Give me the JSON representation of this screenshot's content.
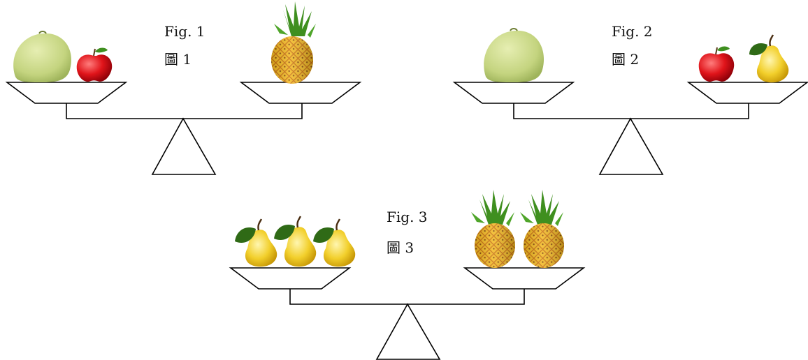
{
  "figures": [
    {
      "label_en": "Fig. 1",
      "label_zh": "圖 1",
      "left_pan": [
        "pomelo-icon",
        "apple-icon"
      ],
      "right_pan": [
        "pineapple-icon"
      ]
    },
    {
      "label_en": "Fig. 2",
      "label_zh": "圖 2",
      "left_pan": [
        "pomelo-icon"
      ],
      "right_pan": [
        "apple-icon",
        "pear-icon"
      ]
    },
    {
      "label_en": "Fig. 3",
      "label_zh": "圖 3",
      "left_pan": [
        "pear-icon",
        "pear-icon",
        "pear-icon"
      ],
      "right_pan": [
        "pineapple-icon",
        "pineapple-icon"
      ]
    }
  ],
  "colors": {
    "line": "#000000",
    "pomelo": "#c9d98a",
    "apple": "#e0141a",
    "pear": "#f2cf2b",
    "pineapple": "#f2b81f",
    "leaf": "#3f8f1f"
  }
}
